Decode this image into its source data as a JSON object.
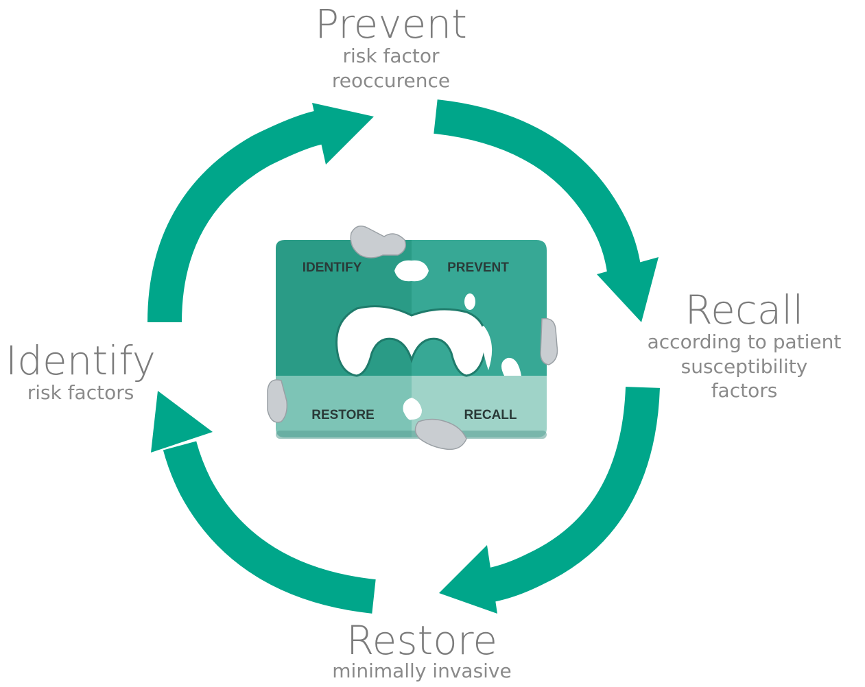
{
  "stages": {
    "prevent": {
      "title": "Prevent",
      "subtitle_lines": [
        "risk factor",
        "reoccurence"
      ]
    },
    "recall": {
      "title": "Recall",
      "subtitle_lines": [
        "according to patient",
        "susceptibility",
        "factors"
      ]
    },
    "restore": {
      "title": "Restore",
      "subtitle_lines": [
        "minimally invasive"
      ]
    },
    "identify": {
      "title": "Identify",
      "subtitle_lines": [
        "risk factors"
      ]
    }
  },
  "puzzle": {
    "pieces": {
      "identify": "IDENTIFY",
      "prevent": "PREVENT",
      "restore": "RESTORE",
      "recall": "RECALL"
    }
  },
  "colors": {
    "arrow": "#00a68a",
    "text": "#7c7c7c",
    "piece_identify": "#2a9b86",
    "piece_prevent": "#37a895",
    "piece_restore": "#7dc4b6",
    "piece_recall": "#9fd3c8",
    "tooth": "#ffffff",
    "glove": "#c9cdd1"
  }
}
